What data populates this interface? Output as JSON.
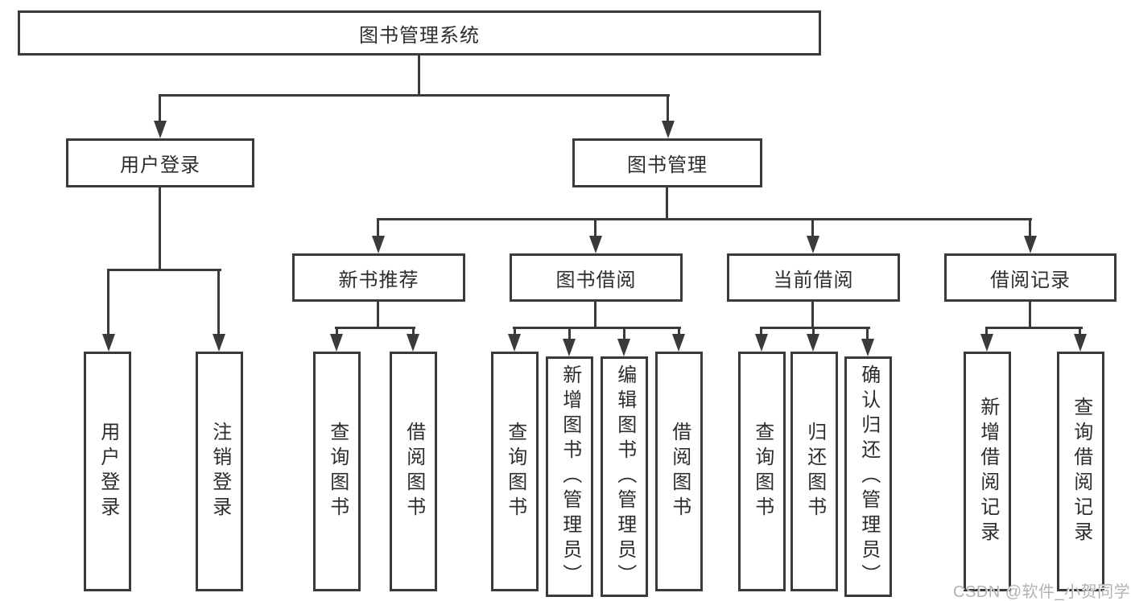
{
  "diagram": {
    "root": {
      "label": "图书管理系统"
    },
    "level2": [
      {
        "label": "用户登录"
      },
      {
        "label": "图书管理"
      }
    ],
    "level3": [
      {
        "label": "新书推荐"
      },
      {
        "label": "图书借阅"
      },
      {
        "label": "当前借阅"
      },
      {
        "label": "借阅记录"
      }
    ],
    "leaves": {
      "user_login": [
        {
          "label": "用户登录"
        },
        {
          "label": "注销登录"
        }
      ],
      "new_book": [
        {
          "label": "查询图书"
        },
        {
          "label": "借阅图书"
        }
      ],
      "book_borrow": [
        {
          "label": "查询图书"
        },
        {
          "label": "新增图书（管理员）"
        },
        {
          "label": "编辑图书（管理员）"
        },
        {
          "label": "借阅图书"
        }
      ],
      "current_borrow": [
        {
          "label": "查询图书"
        },
        {
          "label": "归还图书"
        },
        {
          "label": "确认归还（管理员）"
        }
      ],
      "borrow_record": [
        {
          "label": "新增借阅记录"
        },
        {
          "label": "查询借阅记录"
        }
      ]
    }
  },
  "watermark": {
    "text": "CSDN @软件_小贺同学"
  },
  "colors": {
    "line": "#3a3a3a",
    "text": "#2d2d2d",
    "watermark": "#b3b3b3",
    "background": "#ffffff"
  }
}
